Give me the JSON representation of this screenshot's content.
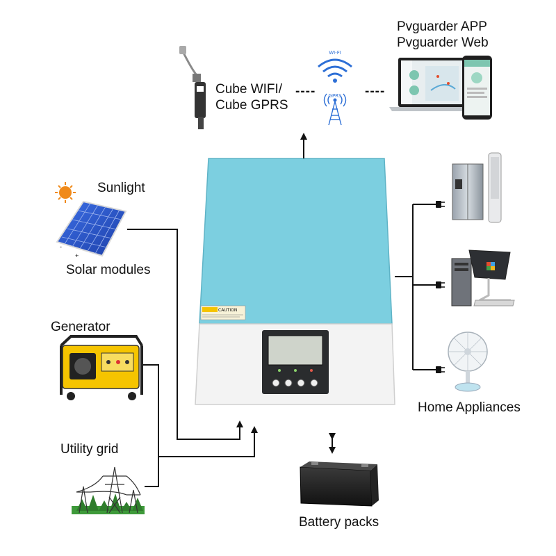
{
  "labels": {
    "cloud_app": "Pvguarder APP",
    "cloud_web": "Pvguarder Web",
    "cube_wifi": "Cube WIFI/",
    "cube_gprs": "Cube GPRS",
    "dashes_left": "----",
    "dashes_right": "----",
    "wifi_text": "WI-FI",
    "gprs_text": "GPRS",
    "sunlight": "Sunlight",
    "solar_modules": "Solar modules",
    "generator": "Generator",
    "utility_grid": "Utility grid",
    "battery_packs": "Battery packs",
    "home_appliances": "Home Appliances",
    "caution": "CAUTION"
  },
  "colors": {
    "inverter_top": "#7ccfe0",
    "inverter_bottom": "#f3f3f3",
    "lcd": "#2a2c2e",
    "solar_panel": "#2f5bd6",
    "generator_body": "#f5c400",
    "wifi_blue": "#2d6fd6",
    "line": "#111111"
  },
  "icons": {
    "solar": "solar-panel-icon",
    "sun": "sun-icon",
    "generator": "generator-icon",
    "grid": "power-tower-icon",
    "battery": "battery-icon",
    "fridge": "fridge-icon",
    "computer": "computer-icon",
    "fan": "fan-icon",
    "wifi": "wifi-icon",
    "gprs": "cell-tower-icon",
    "cube": "cube-dongle-icon",
    "laptop": "laptop-icon",
    "phone": "phone-icon"
  }
}
